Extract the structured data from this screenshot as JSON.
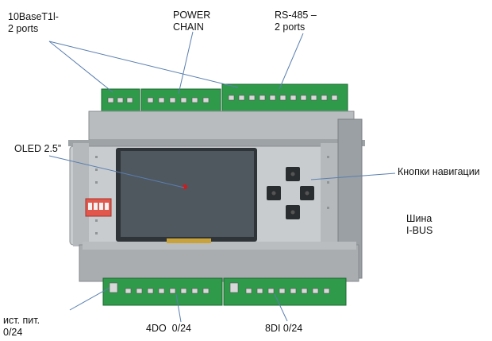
{
  "labels": {
    "ethernet": [
      "10BaseT1l-",
      "2 ports"
    ],
    "power_chain": [
      "POWER",
      "CHAIN"
    ],
    "rs485": [
      "RS-485 –",
      "2 ports"
    ],
    "oled": [
      "OLED 2.5”"
    ],
    "nav_buttons": [
      "Кнопки навигации"
    ],
    "ibus": [
      "Шина",
      "I-BUS"
    ],
    "power_source": [
      "ист. пит.",
      "0/24"
    ],
    "do_outputs": [
      "4DO  0/24"
    ],
    "di_inputs": [
      "8DI 0/24"
    ]
  },
  "colors": {
    "terminal_green": "#2f9a4a",
    "housing_gray": "#c9ccce",
    "screen": "#4f575f",
    "dip_switch": "#e2574c",
    "callout_line": "#5a7fb0"
  }
}
